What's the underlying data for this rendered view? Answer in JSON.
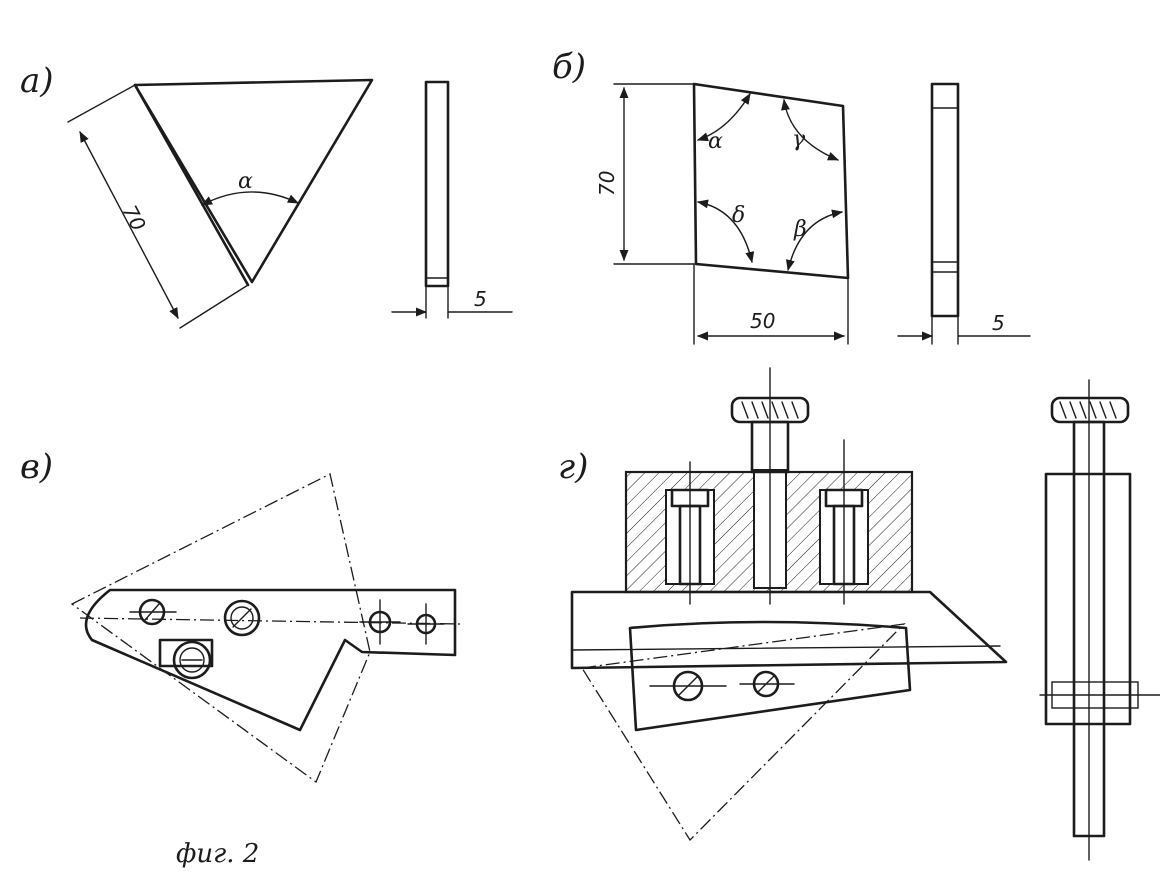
{
  "figure": {
    "caption": "фиг. 2"
  },
  "panels": {
    "a": {
      "label": "а)",
      "dimension_length": "70",
      "angle_symbol": "α",
      "thickness": "5"
    },
    "b": {
      "label": "б)",
      "height": "70",
      "width": "50",
      "thickness": "5",
      "angles": [
        "α",
        "γ",
        "δ",
        "β"
      ]
    },
    "v": {
      "label": "в)"
    },
    "g": {
      "label": "г)"
    }
  },
  "colors": {
    "ink": "#1c1c1c",
    "paper": "#ffffff"
  }
}
